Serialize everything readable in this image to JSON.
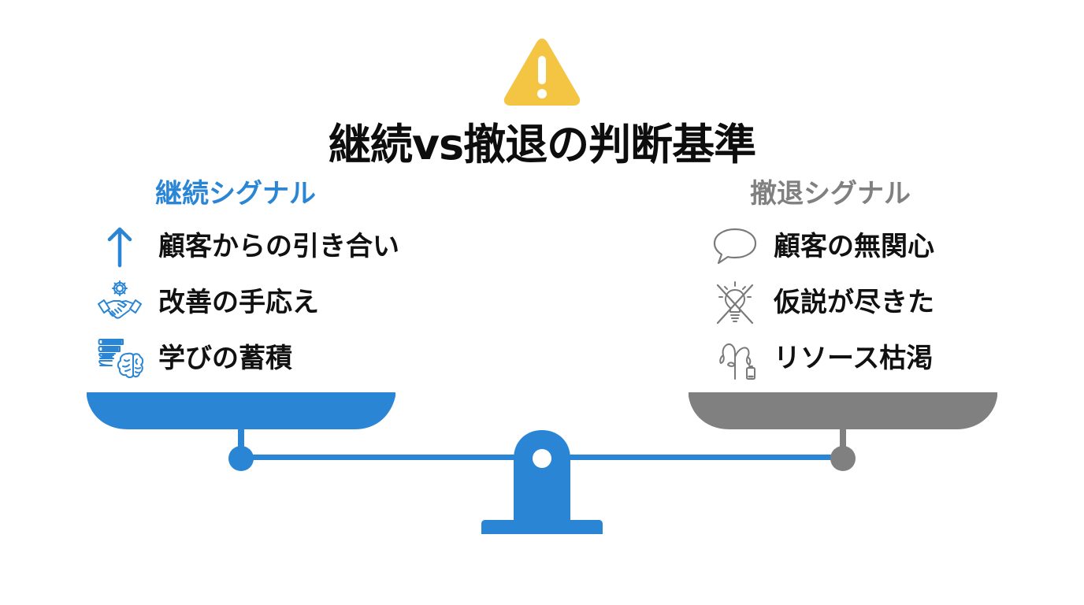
{
  "title": "継続vs撤退の判断基準",
  "colors": {
    "continue_accent": "#2a86d4",
    "withdraw_accent": "#808080",
    "warning_yellow": "#f4c542",
    "text_primary": "#111111"
  },
  "icons": {
    "header": "warning-icon"
  },
  "continue_side": {
    "heading": "継続シグナル",
    "signals": [
      {
        "label": "顧客からの引き合い",
        "icon": "arrow-up-icon"
      },
      {
        "label": "改善の手応え",
        "icon": "gear-handshake-icon"
      },
      {
        "label": "学びの蓄積",
        "icon": "books-brain-icon"
      }
    ]
  },
  "withdraw_side": {
    "heading": "撤退シグナル",
    "signals": [
      {
        "label": "顧客の無関心",
        "icon": "speech-bubble-icon"
      },
      {
        "label": "仮説が尽きた",
        "icon": "crossed-lightbulb-icon"
      },
      {
        "label": "リソース枯渇",
        "icon": "wilted-plant-low-battery-icon"
      }
    ]
  },
  "scale": {
    "left_pan": "continue",
    "right_pan": "withdraw",
    "balance_state": "level"
  }
}
